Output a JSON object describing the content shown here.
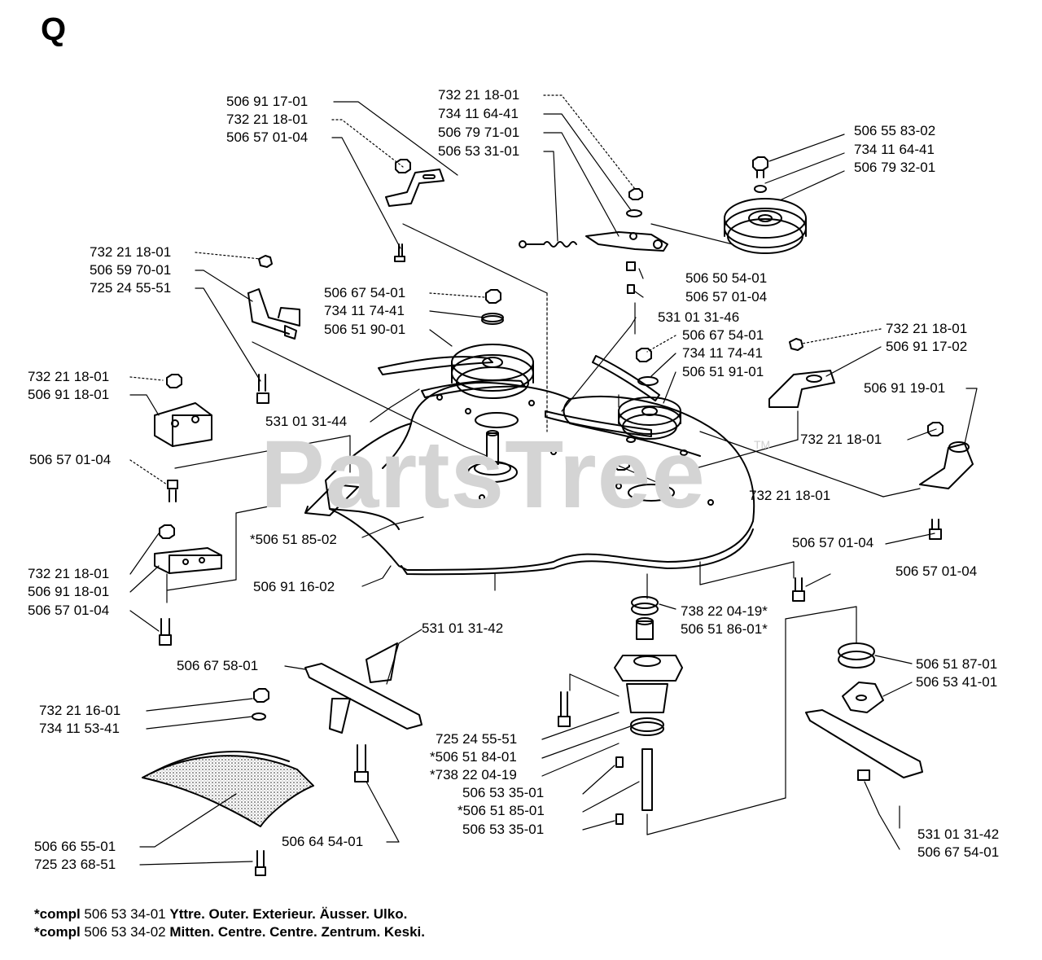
{
  "sheet_letter": "Q",
  "watermark": {
    "text": "PartsTree",
    "tm": "TM"
  },
  "labels": {
    "l01": "506 91 17-01",
    "l02": "732 21 18-01",
    "l03": "506 57 01-04",
    "l04": "732 21 18-01",
    "l05": "734 11 64-41",
    "l06": "506 79 71-01",
    "l07": "506 53 31-01",
    "l08": "506 55 83-02",
    "l09": "734 11 64-41",
    "l10": "506 79 32-01",
    "l11": "732 21 18-01",
    "l12": "506 59 70-01",
    "l13": "725 24 55-51",
    "l14": "506 50 54-01",
    "l15": "506 57 01-04",
    "l16": "506 67 54-01",
    "l17": "734 11 74-41",
    "l18": "506 51 90-01",
    "l19": "531 01 31-46",
    "l20": "506 67 54-01",
    "l21": "734 11 74-41",
    "l22": "506 51 91-01",
    "l23": "732 21 18-01",
    "l24": "506 91 17-02",
    "l25": "732 21 18-01",
    "l26": "506 91 18-01",
    "l27": "506 91 19-01",
    "l28": "531 01 31-44",
    "l29": "732 21 18-01",
    "l30": "506 57 01-04",
    "l31": "732 21 18-01",
    "l32": "*506 51 85-02",
    "l33": "506 57 01-04",
    "l34": "732 21 18-01",
    "l35": "506 91 18-01",
    "l36": "506 91 16-02",
    "l37": "506 57 01-04",
    "l38": "506 57 01-04",
    "l39": "738 22 04-19*",
    "l40": "506 51 86-01*",
    "l41": "531 01 31-42",
    "l42": "506 67 58-01",
    "l43": "506 51 87-01",
    "l44": "506 53 41-01",
    "l45": "732 21 16-01",
    "l46": "734 11 53-41",
    "l47": "725 24 55-51",
    "l48": "*506 51 84-01",
    "l49": "*738 22 04-19",
    "l50": "506 53 35-01",
    "l51": "*506 51 85-01",
    "l52": "506 53 35-01",
    "l53": "531 01 31-42",
    "l54": "506 67 54-01",
    "l55": "506 66 55-01",
    "l56": "725 23 68-51",
    "l57": "506 64 54-01"
  },
  "footnotes": [
    {
      "prefix": "*compl",
      "part": "506 53 34-01",
      "desc": "Yttre. Outer. Exterieur. Äusser. Ulko."
    },
    {
      "prefix": "*compl",
      "part": "506 53 34-02",
      "desc": "Mitten. Centre. Centre. Zentrum. Keski."
    }
  ]
}
